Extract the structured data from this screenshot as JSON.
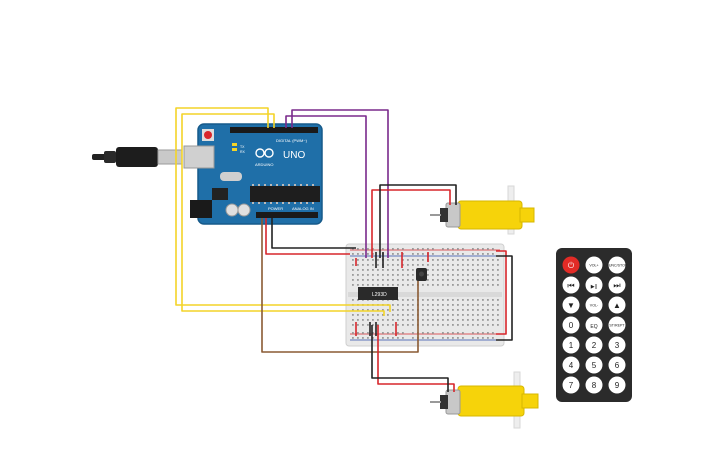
{
  "arduino": {
    "board_label": "UNO",
    "brand_label": "ARDUINO",
    "digital_label": "DIGITAL (PWM~)",
    "analog_label": "ANALOG IN",
    "power_label": "POWER",
    "tx_label": "TX",
    "rx_label": "RX"
  },
  "driver_chip": {
    "label": "L293D"
  },
  "remote": {
    "buttons": [
      {
        "label": "",
        "name": "power"
      },
      {
        "label": "VOL+",
        "name": "vol-up"
      },
      {
        "label": "FUNC/STOP",
        "name": "func-stop"
      },
      {
        "label": "⏮",
        "name": "prev"
      },
      {
        "label": "▶||",
        "name": "play-pause"
      },
      {
        "label": "⏭",
        "name": "next"
      },
      {
        "label": "▼",
        "name": "down"
      },
      {
        "label": "VOL-",
        "name": "vol-down"
      },
      {
        "label": "▲",
        "name": "up"
      },
      {
        "label": "0",
        "name": "0"
      },
      {
        "label": "EQ",
        "name": "eq"
      },
      {
        "label": "ST/REPT",
        "name": "st-rept"
      },
      {
        "label": "1",
        "name": "1"
      },
      {
        "label": "2",
        "name": "2"
      },
      {
        "label": "3",
        "name": "3"
      },
      {
        "label": "4",
        "name": "4"
      },
      {
        "label": "5",
        "name": "5"
      },
      {
        "label": "6",
        "name": "6"
      },
      {
        "label": "7",
        "name": "7"
      },
      {
        "label": "8",
        "name": "8"
      },
      {
        "label": "9",
        "name": "9"
      }
    ]
  },
  "colors": {
    "board": "#1f6fa8",
    "board_edge": "#175a8a",
    "breadboard": "#e9e9e9",
    "motor_yellow": "#f6d30a",
    "remote_body": "#2b2b2b",
    "wire_red": "#d7262b",
    "wire_black": "#222222",
    "wire_yellow": "#f3d428",
    "wire_purple": "#7a2a8c",
    "wire_brown": "#8a5a33",
    "power_button": "#e22b26"
  }
}
